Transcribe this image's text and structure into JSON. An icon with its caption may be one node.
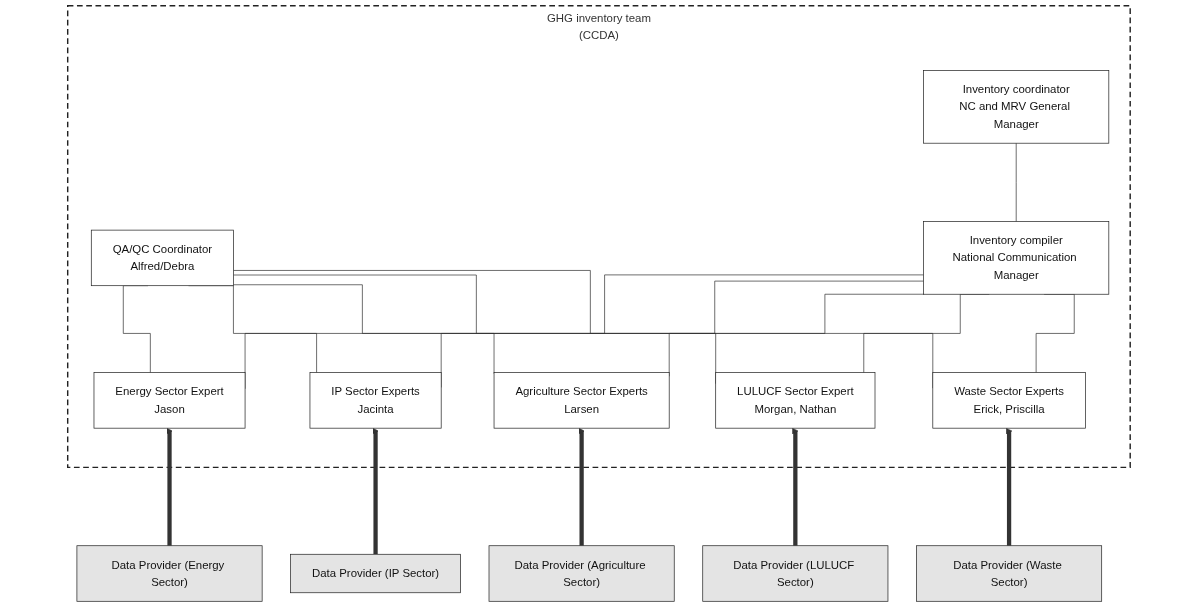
{
  "diagram": {
    "nodes": [
      {
        "text": [
          "GHG inventory team",
          "(CCDA)"
        ]
      },
      {
        "text": [
          "Inventory coordinator",
          "NC and MRV General Manager"
        ],
        "in": 0
      },
      {
        "text": [
          "QA/QC Coordinator",
          "Alfred/Debra"
        ],
        "in": 0
      },
      {
        "text": [
          "Inventory compiler",
          "National Communication Manager"
        ],
        "in": 0
      },
      {
        "text": [
          "Energy Sector Expert",
          "Jason"
        ],
        "in": 0
      },
      {
        "text": [
          "IP Sector Experts",
          "Jacinta"
        ],
        "in": 0
      },
      {
        "text": [
          "Agriculture Sector Experts",
          "Larsen"
        ],
        "in": 0
      },
      {
        "text": [
          "LULUCF Sector Expert",
          "Morgan, Nathan"
        ],
        "in": 0
      },
      {
        "text": [
          "Waste Sector Experts",
          "Erick, Priscilla"
        ],
        "in": 0
      },
      {
        "text": [
          "Data Provider (Energy Sector)"
        ]
      },
      {
        "text": [
          "Data Provider (IP Sector)"
        ]
      },
      {
        "text": [
          "Data Provider (Agriculture Sector)"
        ]
      },
      {
        "text": [
          "Data Provider (LULUCF Sector)"
        ]
      },
      {
        "text": [
          "Data Provider (Waste Sector)"
        ]
      }
    ],
    "edges": [
      {
        "from": 1,
        "to": 3,
        "arrow": "none"
      },
      {
        "from": 2,
        "to": 4,
        "arrow": "none"
      },
      {
        "from": 2,
        "to": 5,
        "arrow": "none"
      },
      {
        "from": 2,
        "to": 6,
        "arrow": "none"
      },
      {
        "from": 2,
        "to": 7,
        "arrow": "none"
      },
      {
        "from": 2,
        "to": 8,
        "arrow": "none"
      },
      {
        "from": 3,
        "to": 4,
        "arrow": "none"
      },
      {
        "from": 3,
        "to": 5,
        "arrow": "none"
      },
      {
        "from": 3,
        "to": 6,
        "arrow": "none"
      },
      {
        "from": 3,
        "to": 7,
        "arrow": "none"
      },
      {
        "from": 3,
        "to": 8,
        "arrow": "none"
      },
      {
        "from": 9,
        "to": 4,
        "arrow": "to",
        "style": "thick"
      },
      {
        "from": 10,
        "to": 5,
        "arrow": "to",
        "style": "thick"
      },
      {
        "from": 11,
        "to": 6,
        "arrow": "to",
        "style": "thick"
      },
      {
        "from": 12,
        "to": 7,
        "arrow": "to",
        "style": "thick"
      },
      {
        "from": 13,
        "to": 8,
        "arrow": "to",
        "style": "thick"
      }
    ]
  }
}
